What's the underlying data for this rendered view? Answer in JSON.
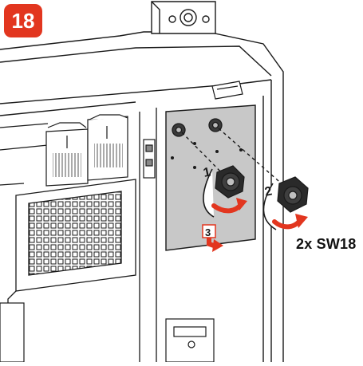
{
  "step": {
    "number": "18",
    "color": "#e2361f"
  },
  "callouts": {
    "first": "1",
    "second": "2",
    "third": "3"
  },
  "tool": {
    "label": "2x SW18"
  },
  "colors": {
    "arrow": "#e2361f",
    "panel": "#c8c8c8",
    "outline": "#1a1a1a",
    "nut": "#2a2a2a"
  }
}
